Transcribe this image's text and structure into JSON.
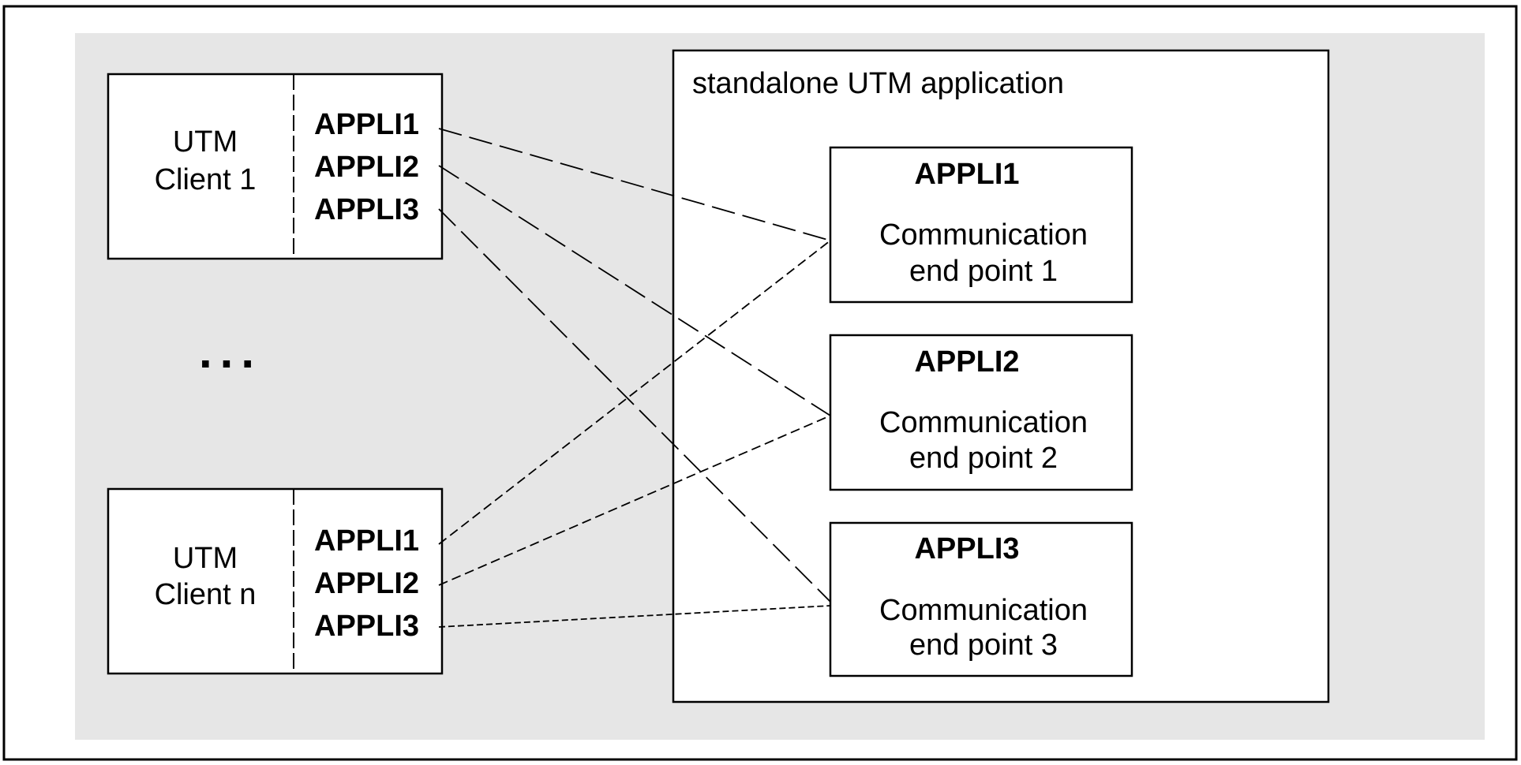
{
  "clients": [
    {
      "name_line1": "UTM",
      "name_line2": "Client 1",
      "appls": [
        "APPLI1",
        "APPLI2",
        "APPLI3"
      ]
    },
    {
      "name_line1": "UTM",
      "name_line2": "Client n",
      "appls": [
        "APPLI1",
        "APPLI2",
        "APPLI3"
      ]
    }
  ],
  "ellipsis": "...",
  "application": {
    "title": "standalone UTM application",
    "endpoints": [
      {
        "name": "APPLI1",
        "line1": "Communication",
        "line2": "end point 1"
      },
      {
        "name": "APPLI2",
        "line1": "Communication",
        "line2": "end point 2"
      },
      {
        "name": "APPLI3",
        "line1": "Communication",
        "line2": "end point 3"
      }
    ]
  },
  "colors": {
    "background": "#e6e6e6",
    "box_fill": "#ffffff",
    "stroke": "#000000"
  }
}
